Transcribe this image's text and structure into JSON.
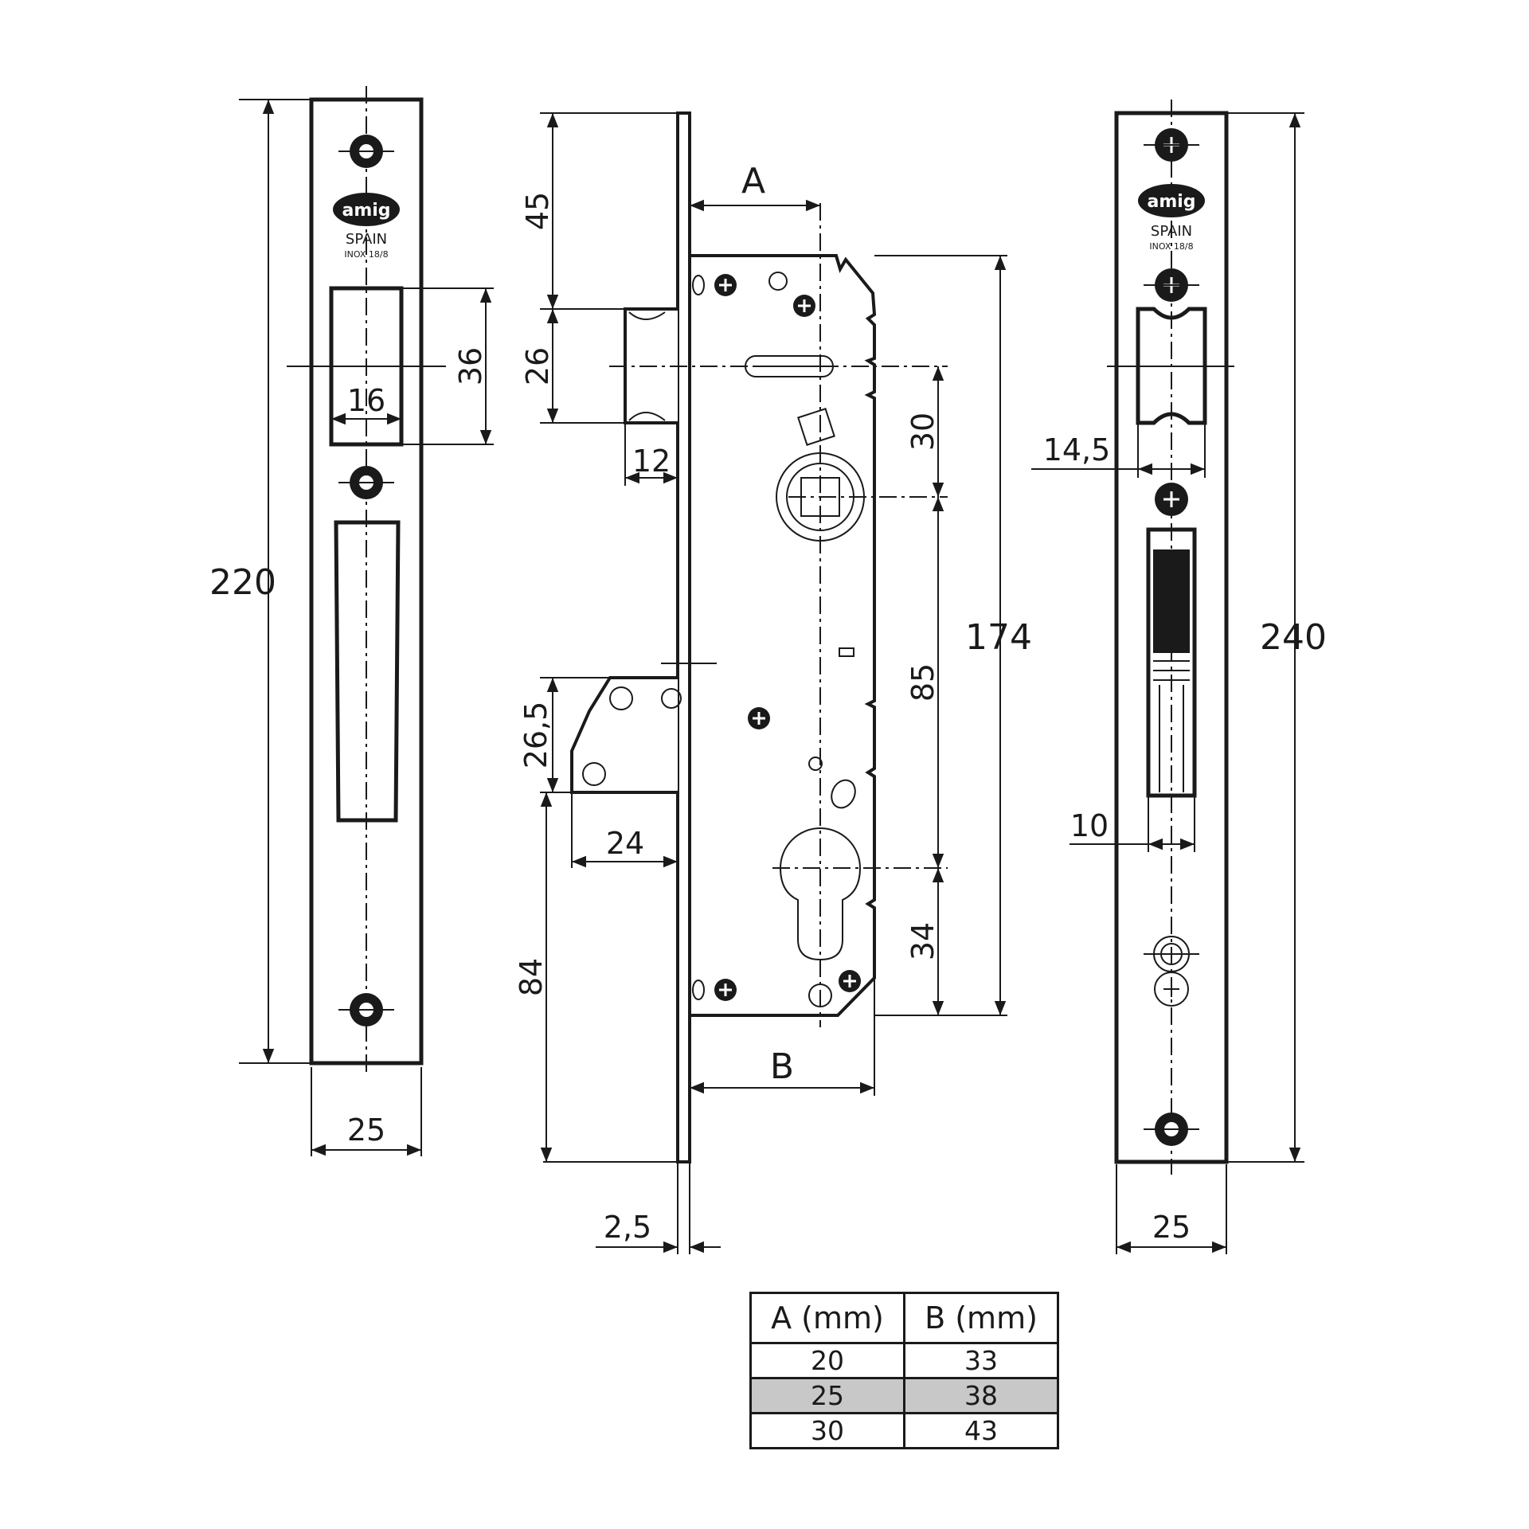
{
  "left_faceplate": {
    "logo_brand": "amig",
    "logo_country": "SPAIN",
    "logo_material": "INOX 18/8",
    "dim_height": "220",
    "dim_width": "25",
    "dim_latch_width": "16",
    "dim_latch_height": "36"
  },
  "center_body": {
    "label_a": "A",
    "label_b": "B",
    "dim_top_offset": "45",
    "dim_latch_height": "26",
    "dim_latch_projection": "12",
    "dim_spindle_offset": "30",
    "dim_body_height": "174",
    "dim_center_distance": "85",
    "dim_cylinder_offset": "34",
    "dim_bolt_height": "26,5",
    "dim_bolt_projection": "24",
    "dim_bottom_offset": "84",
    "dim_faceplate_thickness": "2,5"
  },
  "right_strike": {
    "logo_brand": "amig",
    "logo_country": "SPAIN",
    "logo_material": "INOX 18/8",
    "dim_height": "240",
    "dim_width": "25",
    "dim_latch_opening": "14,5",
    "dim_bolt_opening": "10"
  },
  "spec_table": {
    "headers": [
      "A (mm)",
      "B (mm)"
    ],
    "rows": [
      {
        "a": "20",
        "b": "33"
      },
      {
        "a": "25",
        "b": "38"
      },
      {
        "a": "30",
        "b": "43"
      }
    ]
  }
}
